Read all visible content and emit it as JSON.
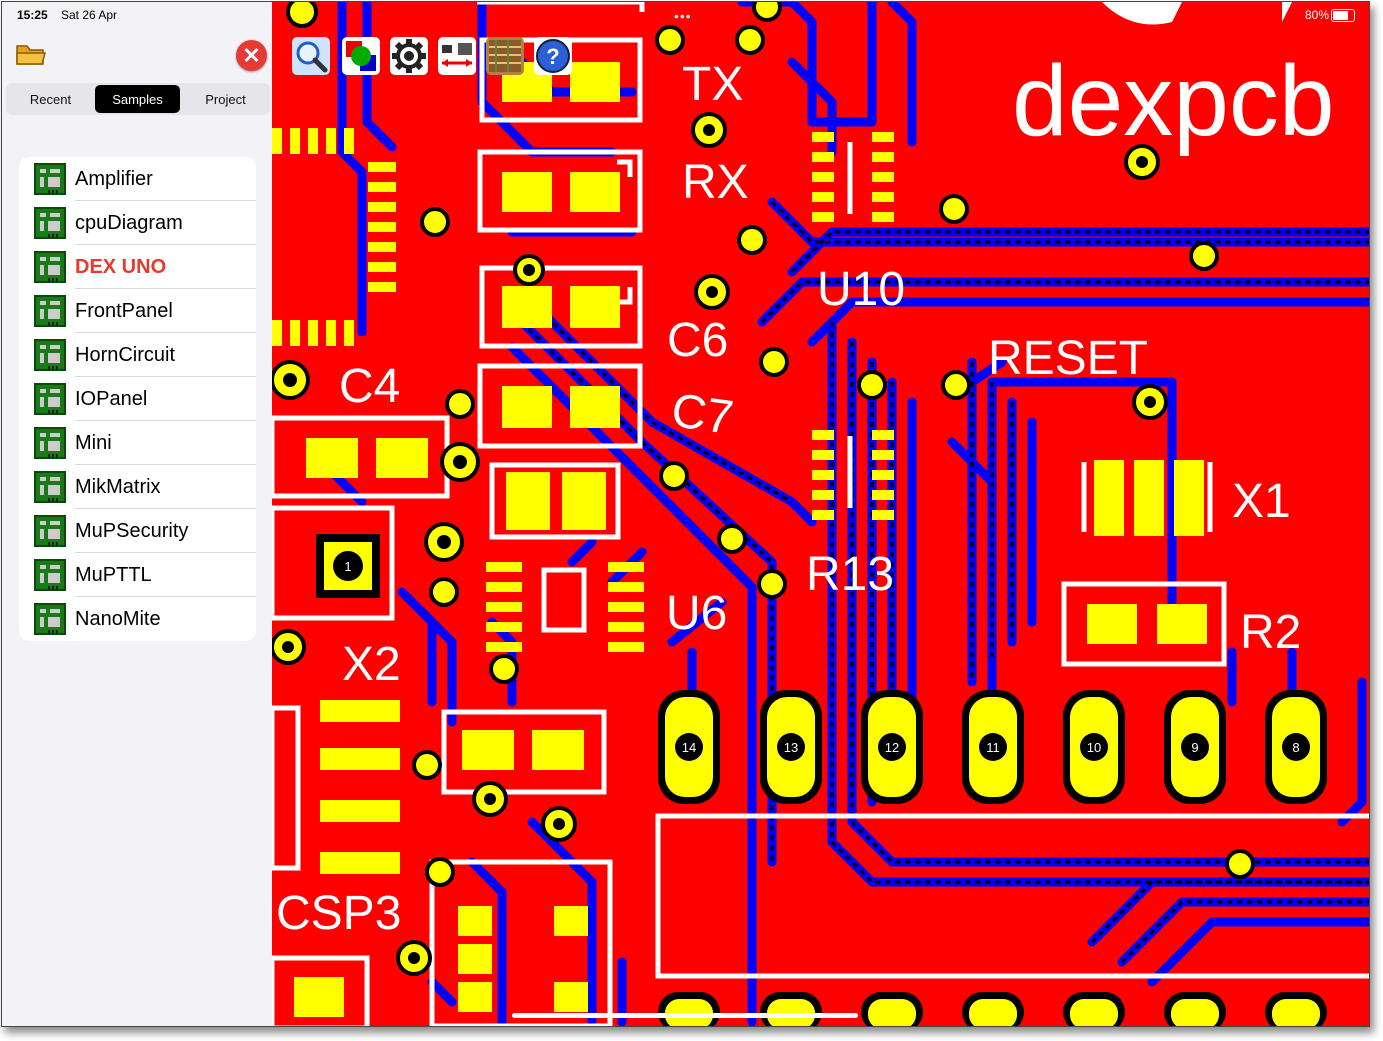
{
  "status": {
    "time": "15:25",
    "date": "Sat 26 Apr",
    "battery": "80%"
  },
  "sidebar": {
    "tabs": [
      {
        "label": "Recent",
        "selected": false
      },
      {
        "label": "Samples",
        "selected": true
      },
      {
        "label": "Project",
        "selected": false
      }
    ],
    "items": [
      {
        "label": "Amplifier"
      },
      {
        "label": "cpuDiagram"
      },
      {
        "label": "DEX UNO",
        "active": true
      },
      {
        "label": "FrontPanel"
      },
      {
        "label": "HornCircuit"
      },
      {
        "label": "IOPanel"
      },
      {
        "label": "Mini"
      },
      {
        "label": "MikMatrix"
      },
      {
        "label": "MuPSecurity"
      },
      {
        "label": "MuPTTL"
      },
      {
        "label": "NanoMite"
      }
    ]
  },
  "toolbar": {
    "icons": [
      "zoom-icon",
      "layers-icon",
      "settings-icon",
      "components-icon",
      "board-icon",
      "help-icon"
    ]
  },
  "pcb": {
    "logo": "dexpcb",
    "labels": {
      "tx": "TX",
      "rx": "RX",
      "u10": "U10",
      "c6": "C6",
      "reset": "RESET",
      "c4": "C4",
      "c7": "C7",
      "x1": "X1",
      "r13": "R13",
      "u6": "U6",
      "r2": "R2",
      "x2": "X2",
      "csp3": "CSP3"
    },
    "pins": [
      "14",
      "13",
      "12",
      "11",
      "10",
      "9",
      "8"
    ],
    "pad1": "1"
  },
  "colors": {
    "board": "#ff0000",
    "trace": "#0000ff",
    "pad": "#ffff00",
    "silk": "#ffffff",
    "accent": "#e53b2e"
  }
}
